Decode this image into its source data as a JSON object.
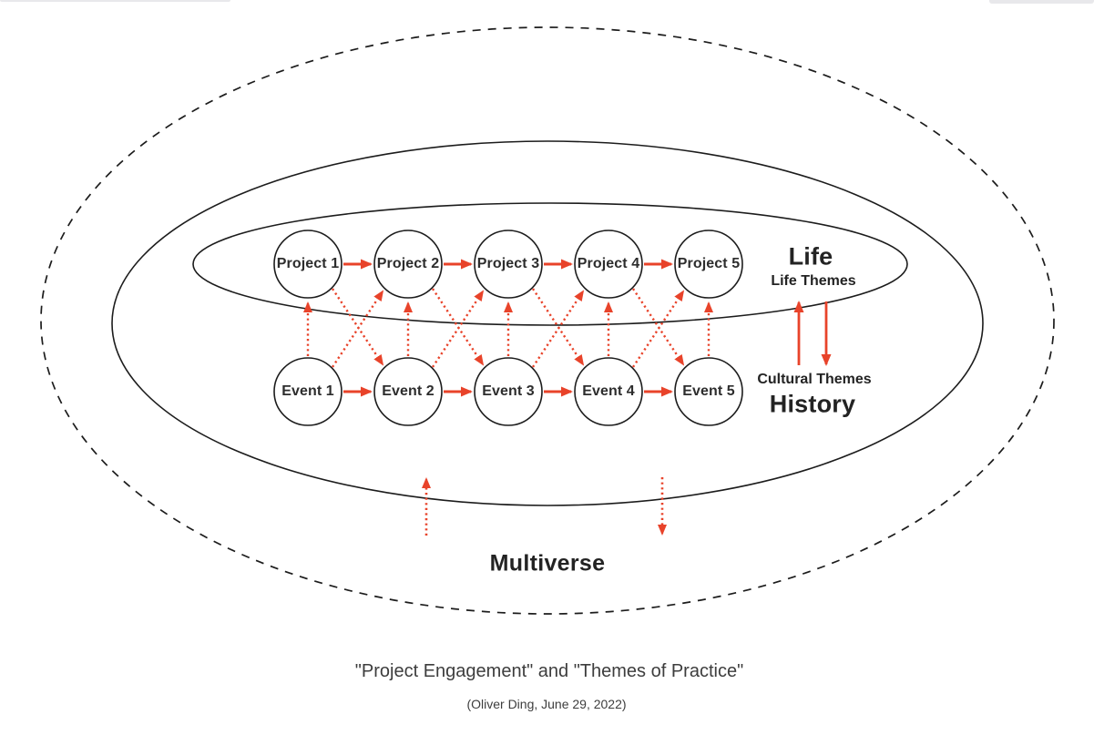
{
  "diagram": {
    "projects": [
      {
        "label": "Project 1"
      },
      {
        "label": "Project 2"
      },
      {
        "label": "Project 3"
      },
      {
        "label": "Project 4"
      },
      {
        "label": "Project 5"
      }
    ],
    "events": [
      {
        "label": "Event 1"
      },
      {
        "label": "Event 2"
      },
      {
        "label": "Event 3"
      },
      {
        "label": "Event 4"
      },
      {
        "label": "Event 5"
      }
    ],
    "labels": {
      "life": "Life",
      "life_themes": "Life Themes",
      "cultural_themes": "Cultural Themes",
      "history": "History",
      "multiverse": "Multiverse"
    },
    "colors": {
      "accent_red": "#e8432a",
      "line_black": "#1c1c1c",
      "node_text": "#2d2d2d",
      "caption_gray": "#3d3d3d"
    }
  },
  "caption": {
    "title": "\"Project Engagement\" and \"Themes of Practice\"",
    "byline": "(Oliver Ding, June 29, 2022)"
  }
}
